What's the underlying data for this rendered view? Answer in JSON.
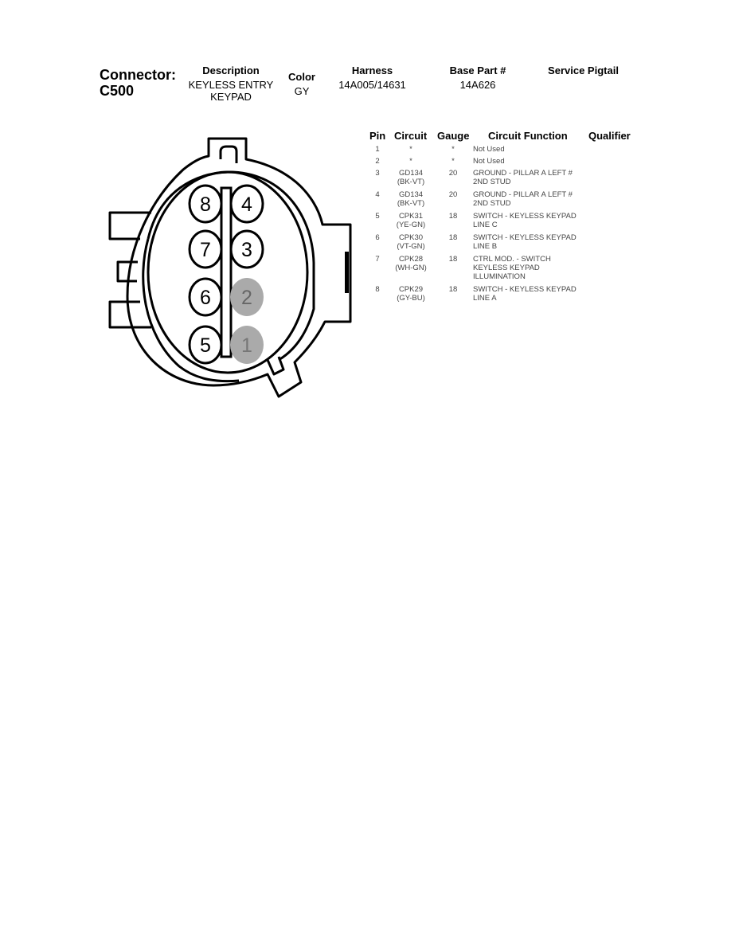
{
  "header": {
    "connector_label": "Connector:",
    "connector_id": "C500",
    "description_label": "Description",
    "description_line1": "KEYLESS ENTRY",
    "description_line2": "KEYPAD",
    "color_label": "Color",
    "color_value": "GY",
    "harness_label": "Harness",
    "harness_value": "14A005/14631",
    "base_part_label": "Base Part #",
    "base_part_value": "14A626",
    "service_pigtail_label": "Service Pigtail",
    "service_pigtail_value": ""
  },
  "pin_table": {
    "columns": [
      "Pin",
      "Circuit",
      "Gauge",
      "Circuit Function",
      "Qualifier"
    ],
    "rows": [
      {
        "pin": "1",
        "circuit": "*",
        "circuit_color": "",
        "gauge": "*",
        "function": "Not Used",
        "qualifier": ""
      },
      {
        "pin": "2",
        "circuit": "*",
        "circuit_color": "",
        "gauge": "*",
        "function": "Not Used",
        "qualifier": ""
      },
      {
        "pin": "3",
        "circuit": "GD134",
        "circuit_color": "(BK-VT)",
        "gauge": "20",
        "function": "GROUND - PILLAR A LEFT #\n2ND STUD",
        "qualifier": ""
      },
      {
        "pin": "4",
        "circuit": "GD134",
        "circuit_color": "(BK-VT)",
        "gauge": "20",
        "function": "GROUND - PILLAR A LEFT #\n2ND STUD",
        "qualifier": ""
      },
      {
        "pin": "5",
        "circuit": "CPK31",
        "circuit_color": "(YE-GN)",
        "gauge": "18",
        "function": "SWITCH - KEYLESS KEYPAD\nLINE C",
        "qualifier": ""
      },
      {
        "pin": "6",
        "circuit": "CPK30",
        "circuit_color": "(VT-GN)",
        "gauge": "18",
        "function": "SWITCH - KEYLESS KEYPAD\nLINE B",
        "qualifier": ""
      },
      {
        "pin": "7",
        "circuit": "CPK28",
        "circuit_color": "(WH-GN)",
        "gauge": "18",
        "function": "CTRL MOD. - SWITCH\nKEYLESS KEYPAD\nILLUMINATION",
        "qualifier": ""
      },
      {
        "pin": "8",
        "circuit": "CPK29",
        "circuit_color": "(GY-BU)",
        "gauge": "18",
        "function": "SWITCH - KEYLESS KEYPAD\nLINE A",
        "qualifier": ""
      }
    ]
  },
  "connector_diagram": {
    "pins": [
      {
        "label": "8",
        "used": true
      },
      {
        "label": "4",
        "used": true
      },
      {
        "label": "7",
        "used": true
      },
      {
        "label": "3",
        "used": true
      },
      {
        "label": "6",
        "used": true
      },
      {
        "label": "2",
        "used": false
      },
      {
        "label": "5",
        "used": true
      },
      {
        "label": "1",
        "used": false
      }
    ],
    "unused_pin_fill": "#aaaaaa",
    "unused_pin_text": "#666666"
  }
}
